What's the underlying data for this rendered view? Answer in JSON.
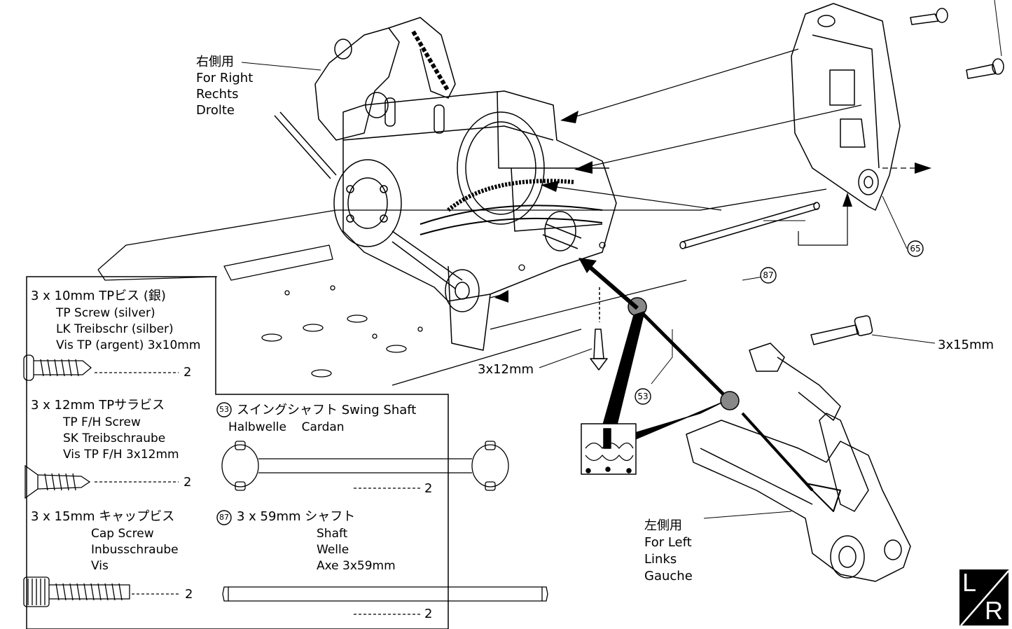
{
  "callouts": {
    "right_ja": "右側用",
    "right_en": "For Right",
    "right_de": "Rechts",
    "right_fr": "Drolte",
    "left_ja": "左側用",
    "left_en": "For Left",
    "left_de": "Links",
    "left_fr": "Gauche",
    "screw_12": "3x12mm",
    "screw_15": "3x15mm",
    "part_53": "53",
    "part_65": "65",
    "part_87": "87"
  },
  "parts_box": {
    "tp_screw": {
      "title": "3 x 10mm  TPビス (銀)",
      "en": "TP Screw (silver)",
      "de": "LK Treibschr (silber)",
      "fr": "Vis TP (argent) 3x10mm",
      "qty": "2"
    },
    "fh_screw": {
      "title": "3 x 12mm  TPサラビス",
      "en": "TP F/H Screw",
      "de": "SK Treibschraube",
      "fr": "Vis TP F/H 3x12mm",
      "qty": "2"
    },
    "cap_screw": {
      "title": "3 x 15mm キャップビス",
      "en": "Cap Screw",
      "de": "Inbusschraube",
      "fr": "Vis",
      "qty": "2"
    },
    "swing_shaft": {
      "num": "53",
      "title": "スイングシャフト  Swing Shaft",
      "de_fr": "Halbwelle    Cardan",
      "qty": "2"
    },
    "shaft": {
      "num": "87",
      "title": "3 x 59mm  シャフト",
      "en": "Shaft",
      "de": "Welle",
      "fr": "Axe 3x59mm",
      "qty": "2"
    }
  },
  "badge": {
    "top": "L",
    "bottom": "R"
  }
}
